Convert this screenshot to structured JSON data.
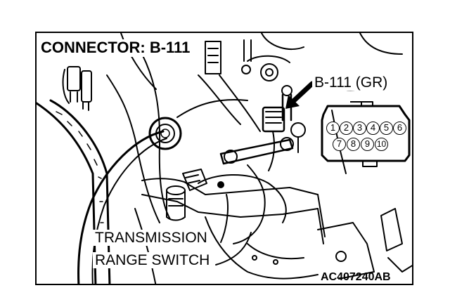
{
  "diagram": {
    "title": "CONNECTOR: B-111",
    "connector_label": "B-111 (GR)",
    "component_label_line1": "TRANSMISSION",
    "component_label_line2": "RANGE SWITCH",
    "figure_code": "AC407240AB",
    "connector_pins": {
      "top_row": [
        "1",
        "2",
        "3",
        "4",
        "5",
        "6"
      ],
      "bottom_row": [
        "7",
        "8",
        "9",
        "10"
      ]
    },
    "icons": {
      "pointer": "arrow-icon",
      "connector": "connector-face-icon"
    },
    "colors": {
      "line": "#000000",
      "background": "#ffffff"
    }
  }
}
